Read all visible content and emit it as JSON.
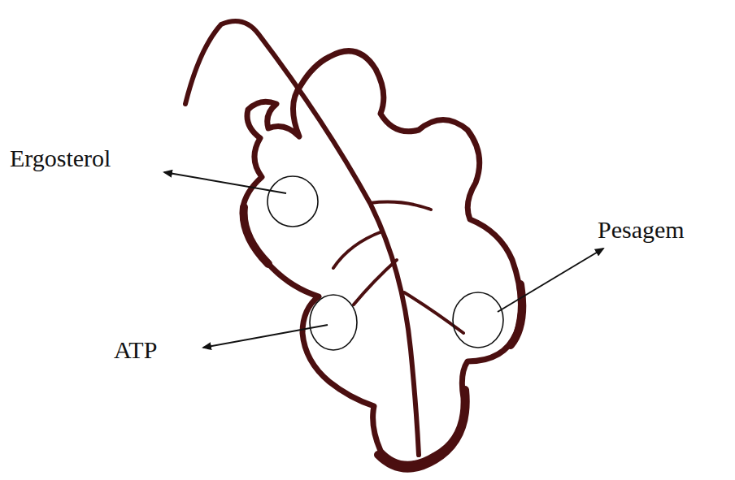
{
  "diagram": {
    "labels": [
      "Ergosterol",
      "ATP",
      "Pesagem"
    ]
  }
}
